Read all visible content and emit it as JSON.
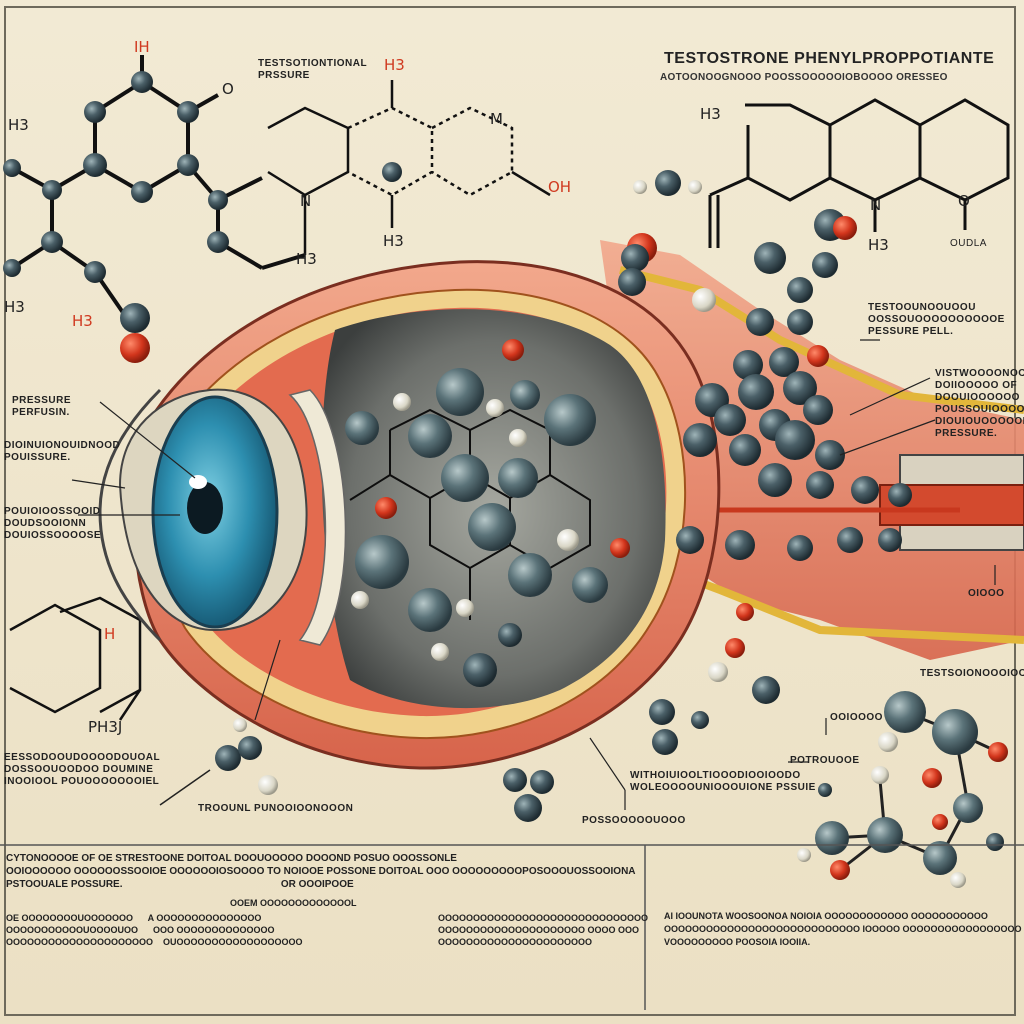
{
  "title": "TESTOSTRONE PHENYLPROPPOTIANTE",
  "subtitle": "AOTOONOOGNOOO POOSSOOOOOIOBOOOO ORESSEO",
  "structures": {
    "top_left_h_top": "IH",
    "top_left_h3": "H3",
    "top_left_h3_bottom": "H3",
    "top_left_h3_red": "H3",
    "top_left_o": "O",
    "top_mid_label": "TESTSOTIONTIONAL\nPRSSURE",
    "top_mid_h3_red": "H3",
    "top_mid_h3_bottom": "H3",
    "top_mid_h3_left": "H3",
    "top_mid_m": "M",
    "top_mid_n": "N",
    "top_mid_oh": "OH",
    "top_right_h3": "H3",
    "top_right_h3_low": "H3",
    "top_right_n": "N",
    "top_right_o": "O",
    "top_right_oudla": "OUDLA",
    "left_bottom_h": "H",
    "left_bottom_ph": "PH3J"
  },
  "callouts": {
    "left_1": "PRESSURE\nPERFUSIN.",
    "left_2": "DIOINUIONOUIDNOOD\nPOUISSURE.",
    "left_3": "POUIOIOOSSOOID\nDOUDSOOIONN\nDOUIOSSOOOOSE",
    "left_bottom": "EESSODOOUDOOOODOUOAL\nDOSSOOUOODOO DOUMINE\nINOOIOOL POUOOOOOOOIEL",
    "bottom_left_small": "TROOUNL PUNOOIOONOOON",
    "bottom_mid": "WITHOIUIOOLTIOOODIOOIOODO\nWOLEOOOOUNIOOOUIONE PSSUIE",
    "bottom_center": "POSSOOOOOUOOO",
    "bottom_right_1": "TESTSOIONOOOIOOONN",
    "bottom_right_2": "OOIOOOO",
    "bottom_right_3": "POTROUOOE",
    "right_1": "TESTOOUNOOUOOU\nOOSSOUOOOOOOOOOOE\nPESSURE PELL.",
    "right_2": "VISTWOOOONOOOUON\nDOIIOOOOO OF\nDOOUIOOOOOO\nPOUSSOUIOOOOO\nDIOUIOUOOOOOIN\nPRESSURE.",
    "right_3": "OIOOO"
  },
  "footer": {
    "col1": "CYTONOOOOE OF OE STRESTOONE DOITOAL DOOUOOOOO DOOOND POSUO OOOSSONLE\nOOIOOOOOO OOOOOOSSOOIOE OOOOOOIOSOOOO TO NOIOOE POSSONE DOITOAL OOO OOOOOOOOOPOSOOOUOSSOOIONA\nPSTOOUALE POSSURE.                                                         OR OOOIPOOE",
    "col1b": "OOEM OOOOOOOOOOOOOL",
    "col1c": "OE OOOOOOOOUOOOOOOO      A OOOOOOOOOOOOOOO\nOOOOOOOOOOOUOOOOUOO      OOO OOOOOOOOOOOOOO\nOOOOOOOOOOOOOOOOOOOOO    OUOOOOOOOOOOOOOOOOOO",
    "col2": "OOOOOOOOOOOOOOOOOOOOOOOOOOOOOO\nOOOOOOOOOOOOOOOOOOOOO OOOO OOO\nOOOOOOOOOOOOOOOOOOOOOO",
    "col3": "AI IOOUNOTA WOOSOONOA NOIOIA OOOOOOOOOOOO OOOOOOOOOOO\nOOOOOOOOOOOOOOOOOOOOOOOOOOOO IOOOOO OOOOOOOOOOOOOOOOO\nVOOOOOOOOO POOSOIA IOOIIA."
  },
  "colors": {
    "paper": "#efe6cf",
    "iris": "#2d8fb0",
    "atom": "#3c4e56",
    "oxygen": "#d13a1f",
    "tissue": "#e8846a",
    "fat": "#e2b63a"
  }
}
